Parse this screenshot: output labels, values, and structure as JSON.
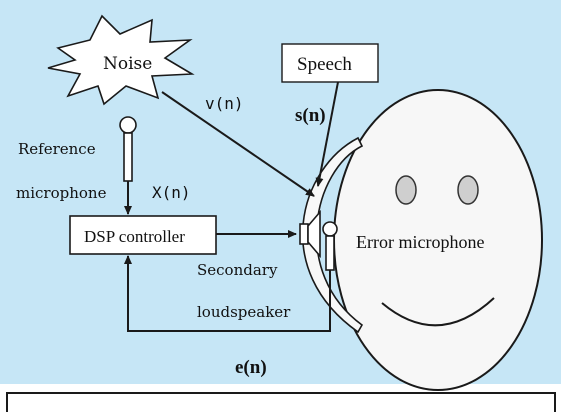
{
  "colors": {
    "background": "#c6e6f6",
    "line": "#1a1a1a",
    "face_fill": "#f7f7f7",
    "eye_fill": "#cfcfcf",
    "box_fill": "#ffffff"
  },
  "labels": {
    "noise": "Noise",
    "speech": "Speech",
    "v_n": "v(n)",
    "s_n": "s(n)",
    "reference_line1": "Reference",
    "reference_line2": "microphone",
    "x_n": "X(n)",
    "dsp_controller": "DSP controller",
    "error_microphone": "Error microphone",
    "secondary": "Secondary",
    "loudspeaker": "loudspeaker",
    "e_n": "e(n)"
  }
}
